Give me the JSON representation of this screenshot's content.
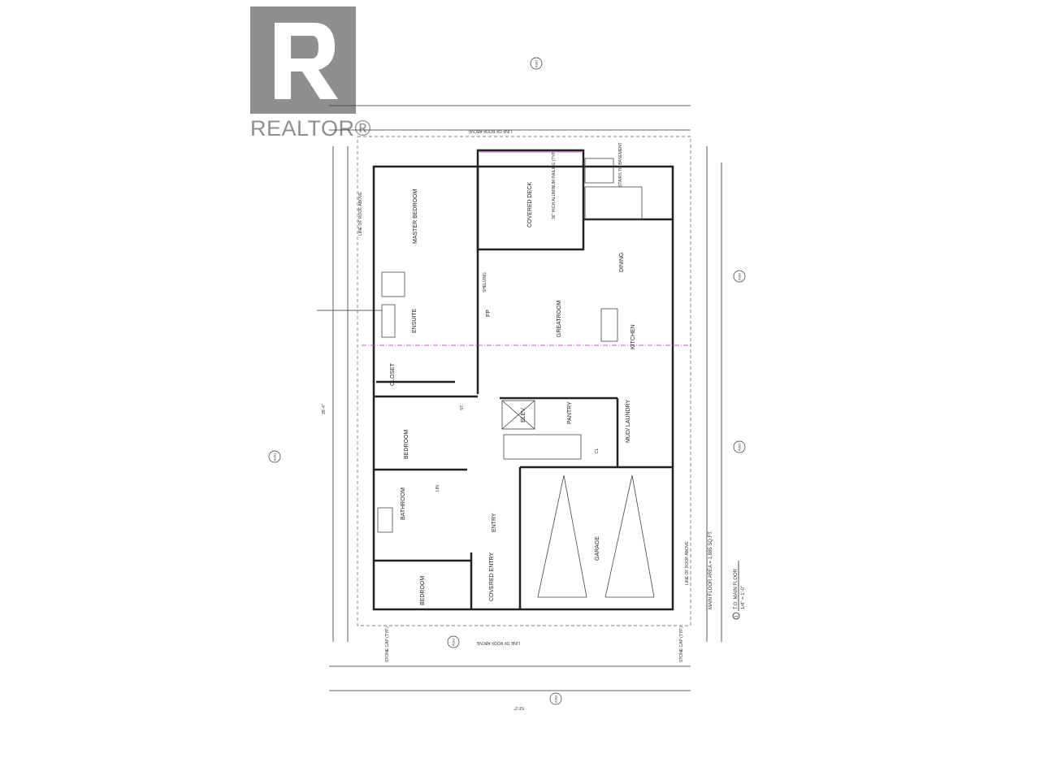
{
  "logo": {
    "brand": "REALTOR®"
  },
  "plan": {
    "rooms": {
      "master_bedroom": "MASTER BEDROOM",
      "covered_deck": "COVERED DECK",
      "dining": "DINING",
      "greatroom": "GREATROOM",
      "kitchen": "KITCHEN",
      "ensuite": "ENSUITE",
      "closet": "CLOSET",
      "fireplace": "FP",
      "bedroom_1": "BEDROOM",
      "pantry": "PANTRY",
      "mud_laundry": "MUD/ LAUNDRY",
      "elevator": "ELEV.",
      "bathroom": "BATHROOM",
      "entry": "ENTRY",
      "garage": "GARAGE",
      "bedroom_2": "BEDROOM",
      "covered_entry": "COVERED ENTRY",
      "shelving": "SHELVING",
      "st": "ST.",
      "lin": "LIN.",
      "cl": "CL"
    },
    "notes": {
      "roof_top": "LINE OF ROOF ABOVE",
      "roof_bottom": "LINE OF ROOF ABOVE",
      "roof_left": "LINE OF ROOF ABOVE",
      "roof_right": "LINE OF ROOF ABOVE",
      "stone_cap_left": "STONE CAP (TYP.)",
      "stone_cap_right": "STONE CAP (TYP.)",
      "stairs": "STAIRS TO BASEMENT",
      "railing": "36\" HIGH ALUMINUM RAILING (TYP.)"
    },
    "title": {
      "area": "MAIN FLOOR AREA = 1,885 SQ.FT.",
      "name": "T.O. MAIN FLOOR",
      "scale": "1/4\" = 1'-0\"",
      "marker": "1"
    },
    "section_tags": [
      "A301",
      "A301",
      "A302",
      "A302",
      "A303",
      "A303"
    ],
    "dimensions": {
      "overall_width": "53'-2\"",
      "overall_depth": "35'-4\""
    }
  }
}
